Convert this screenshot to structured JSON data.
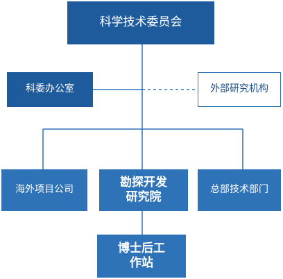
{
  "org_chart": {
    "committee": "科学技术委员会",
    "office": "科委办公室",
    "external": "外部研究机构",
    "overseas": "海外项目公司",
    "institute": "勘探开发\n研究院",
    "hq": "总部技术部门",
    "postdoc": "博士后工\n作站"
  },
  "colors": {
    "dark_box": "#1e5b9d",
    "mid_box": "#2e72b8",
    "line": "#2e72b8"
  }
}
